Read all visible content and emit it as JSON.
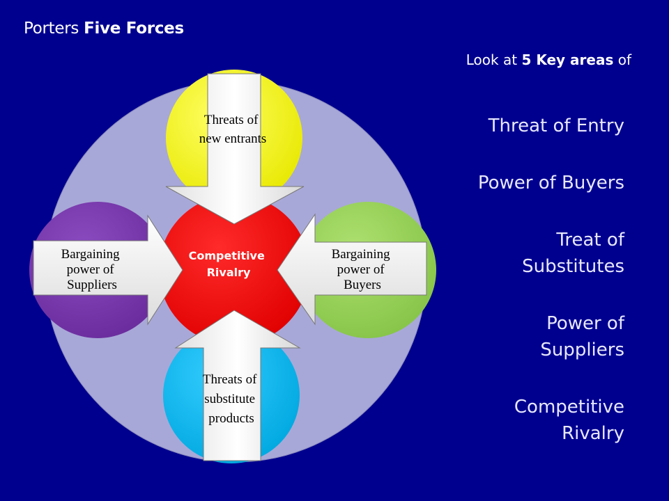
{
  "title": {
    "normal": "Porters ",
    "bold": "Five Forces"
  },
  "subtitle": {
    "prefix": "Look at ",
    "bold": "5 Key areas",
    "suffix": " of"
  },
  "key_areas": [
    {
      "line1": "Threat of Entry",
      "line2": ""
    },
    {
      "line1": "Power of Buyers",
      "line2": ""
    },
    {
      "line1": "Treat of",
      "line2": "Substitutes"
    },
    {
      "line1": "Power of",
      "line2": "Suppliers"
    },
    {
      "line1": "Competitive",
      "line2": "Rivalry"
    }
  ],
  "diagram": {
    "center": {
      "line1": "Competitive",
      "line2": "Rivalry",
      "color": "#ff0000"
    },
    "top": {
      "line1": "Threats of",
      "line2": "new entrants",
      "color": "#ffff00"
    },
    "left": {
      "line1": "Bargaining",
      "line2": "power of",
      "line3": "Suppliers",
      "color": "#7a3aaa"
    },
    "right": {
      "line1": "Bargaining",
      "line2": "power of",
      "line3": "Buyers",
      "color": "#9ad45e"
    },
    "bottom": {
      "line1": "Threats of",
      "line2": "substitute",
      "line3": "products",
      "color": "#00b8f0"
    },
    "background_circle_color": "#a8a8d8"
  }
}
